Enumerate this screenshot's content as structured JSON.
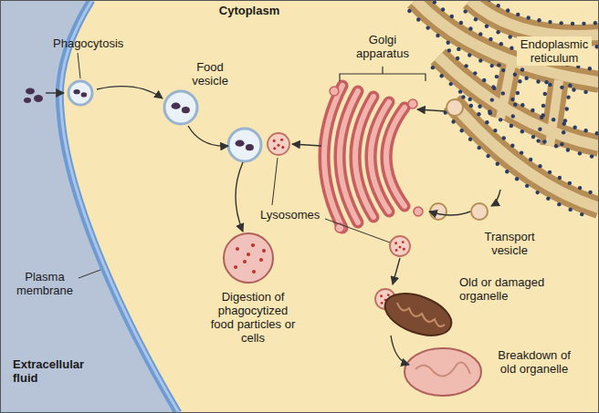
{
  "diagram": {
    "labels": [
      "Cytoplasm",
      "Phagocytosis",
      "Food vesicle",
      "Golgi apparatus",
      "Endoplasmic reticulum",
      "Lysosomes",
      "Transport vesicle",
      "Old or damaged organelle",
      "Plasma membrane",
      "Digestion of phagocytized food particles or cells",
      "Breakdown of old organelle",
      "Extracellular fluid"
    ]
  }
}
